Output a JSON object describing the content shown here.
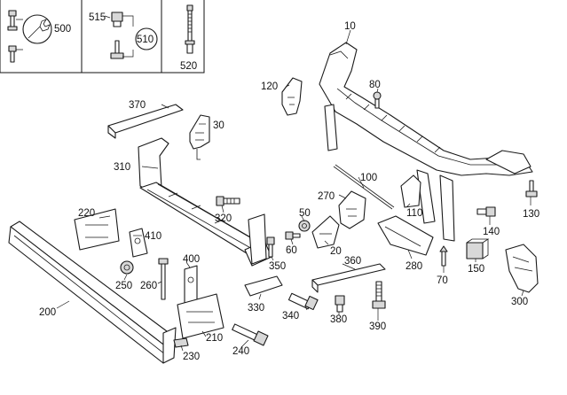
{
  "callouts": [
    {
      "id": "c10",
      "text": "10"
    },
    {
      "id": "c20",
      "text": "20"
    },
    {
      "id": "c30",
      "text": "30"
    },
    {
      "id": "c50",
      "text": "50"
    },
    {
      "id": "c60",
      "text": "60"
    },
    {
      "id": "c70",
      "text": "70"
    },
    {
      "id": "c80",
      "text": "80"
    },
    {
      "id": "c100",
      "text": "100"
    },
    {
      "id": "c110",
      "text": "110"
    },
    {
      "id": "c120",
      "text": "120"
    },
    {
      "id": "c130",
      "text": "130"
    },
    {
      "id": "c140",
      "text": "140"
    },
    {
      "id": "c150",
      "text": "150"
    },
    {
      "id": "c200",
      "text": "200"
    },
    {
      "id": "c210",
      "text": "210"
    },
    {
      "id": "c220",
      "text": "220"
    },
    {
      "id": "c230",
      "text": "230"
    },
    {
      "id": "c240",
      "text": "240"
    },
    {
      "id": "c250",
      "text": "250"
    },
    {
      "id": "c260",
      "text": "260"
    },
    {
      "id": "c270",
      "text": "270"
    },
    {
      "id": "c280",
      "text": "280"
    },
    {
      "id": "c300",
      "text": "300"
    },
    {
      "id": "c310",
      "text": "310"
    },
    {
      "id": "c320",
      "text": "320"
    },
    {
      "id": "c330",
      "text": "330"
    },
    {
      "id": "c340",
      "text": "340"
    },
    {
      "id": "c350",
      "text": "350"
    },
    {
      "id": "c360",
      "text": "360"
    },
    {
      "id": "c370",
      "text": "370"
    },
    {
      "id": "c380",
      "text": "380"
    },
    {
      "id": "c390",
      "text": "390"
    },
    {
      "id": "c400",
      "text": "400"
    },
    {
      "id": "c410",
      "text": "410"
    },
    {
      "id": "c500",
      "text": "500"
    },
    {
      "id": "c510",
      "text": "510"
    },
    {
      "id": "c515",
      "text": "515"
    },
    {
      "id": "c520",
      "text": "520"
    }
  ]
}
